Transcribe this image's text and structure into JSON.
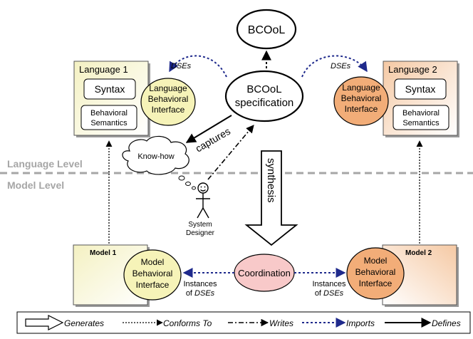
{
  "top": {
    "bcool_label": "BCOoL",
    "spec_line1": "BCOoL",
    "spec_line2": "specification"
  },
  "language1": {
    "title": "Language 1",
    "syntax": "Syntax",
    "semantics_line1": "Behavioral",
    "semantics_line2": "Semantics",
    "interface_line1": "Language",
    "interface_line2": "Behavioral",
    "interface_line3": "Interface",
    "dses": "DSEs"
  },
  "language2": {
    "title": "Language 2",
    "syntax": "Syntax",
    "semantics_line1": "Behavioral",
    "semantics_line2": "Semantics",
    "interface_line1": "Language",
    "interface_line2": "Behavioral",
    "interface_line3": "Interface",
    "dses": "DSEs"
  },
  "middle": {
    "captures": "captures",
    "know_how": "Know-how",
    "synthesis": "synthesis",
    "designer_line1": "System",
    "designer_line2": "Designer"
  },
  "levels": {
    "language": "Language Level",
    "model": "Model Level"
  },
  "model1": {
    "title": "Model 1",
    "interface_line1": "Model",
    "interface_line2": "Behavioral",
    "interface_line3": "Interface",
    "instances_line1": "Instances",
    "instances_of": "of ",
    "instances_dses": "DSEs"
  },
  "model2": {
    "title": "Model 2",
    "interface_line1": "Model",
    "interface_line2": "Behavioral",
    "interface_line3": "Interface",
    "instances_line1": "Instances",
    "instances_of": "of ",
    "instances_dses": "DSEs"
  },
  "coordination": "Coordination",
  "legend": {
    "generates": "Generates",
    "conforms_to": "Conforms To",
    "writes": "Writes",
    "imports": "Imports",
    "defines": "Defines"
  },
  "colors": {
    "import_arrow": "#1f2a8c",
    "yellow_fill": "#f6f3b8",
    "orange_fill": "#f2ad78",
    "coordination_fill": "#f8c9c9",
    "level_text": "#a6a6a6"
  }
}
